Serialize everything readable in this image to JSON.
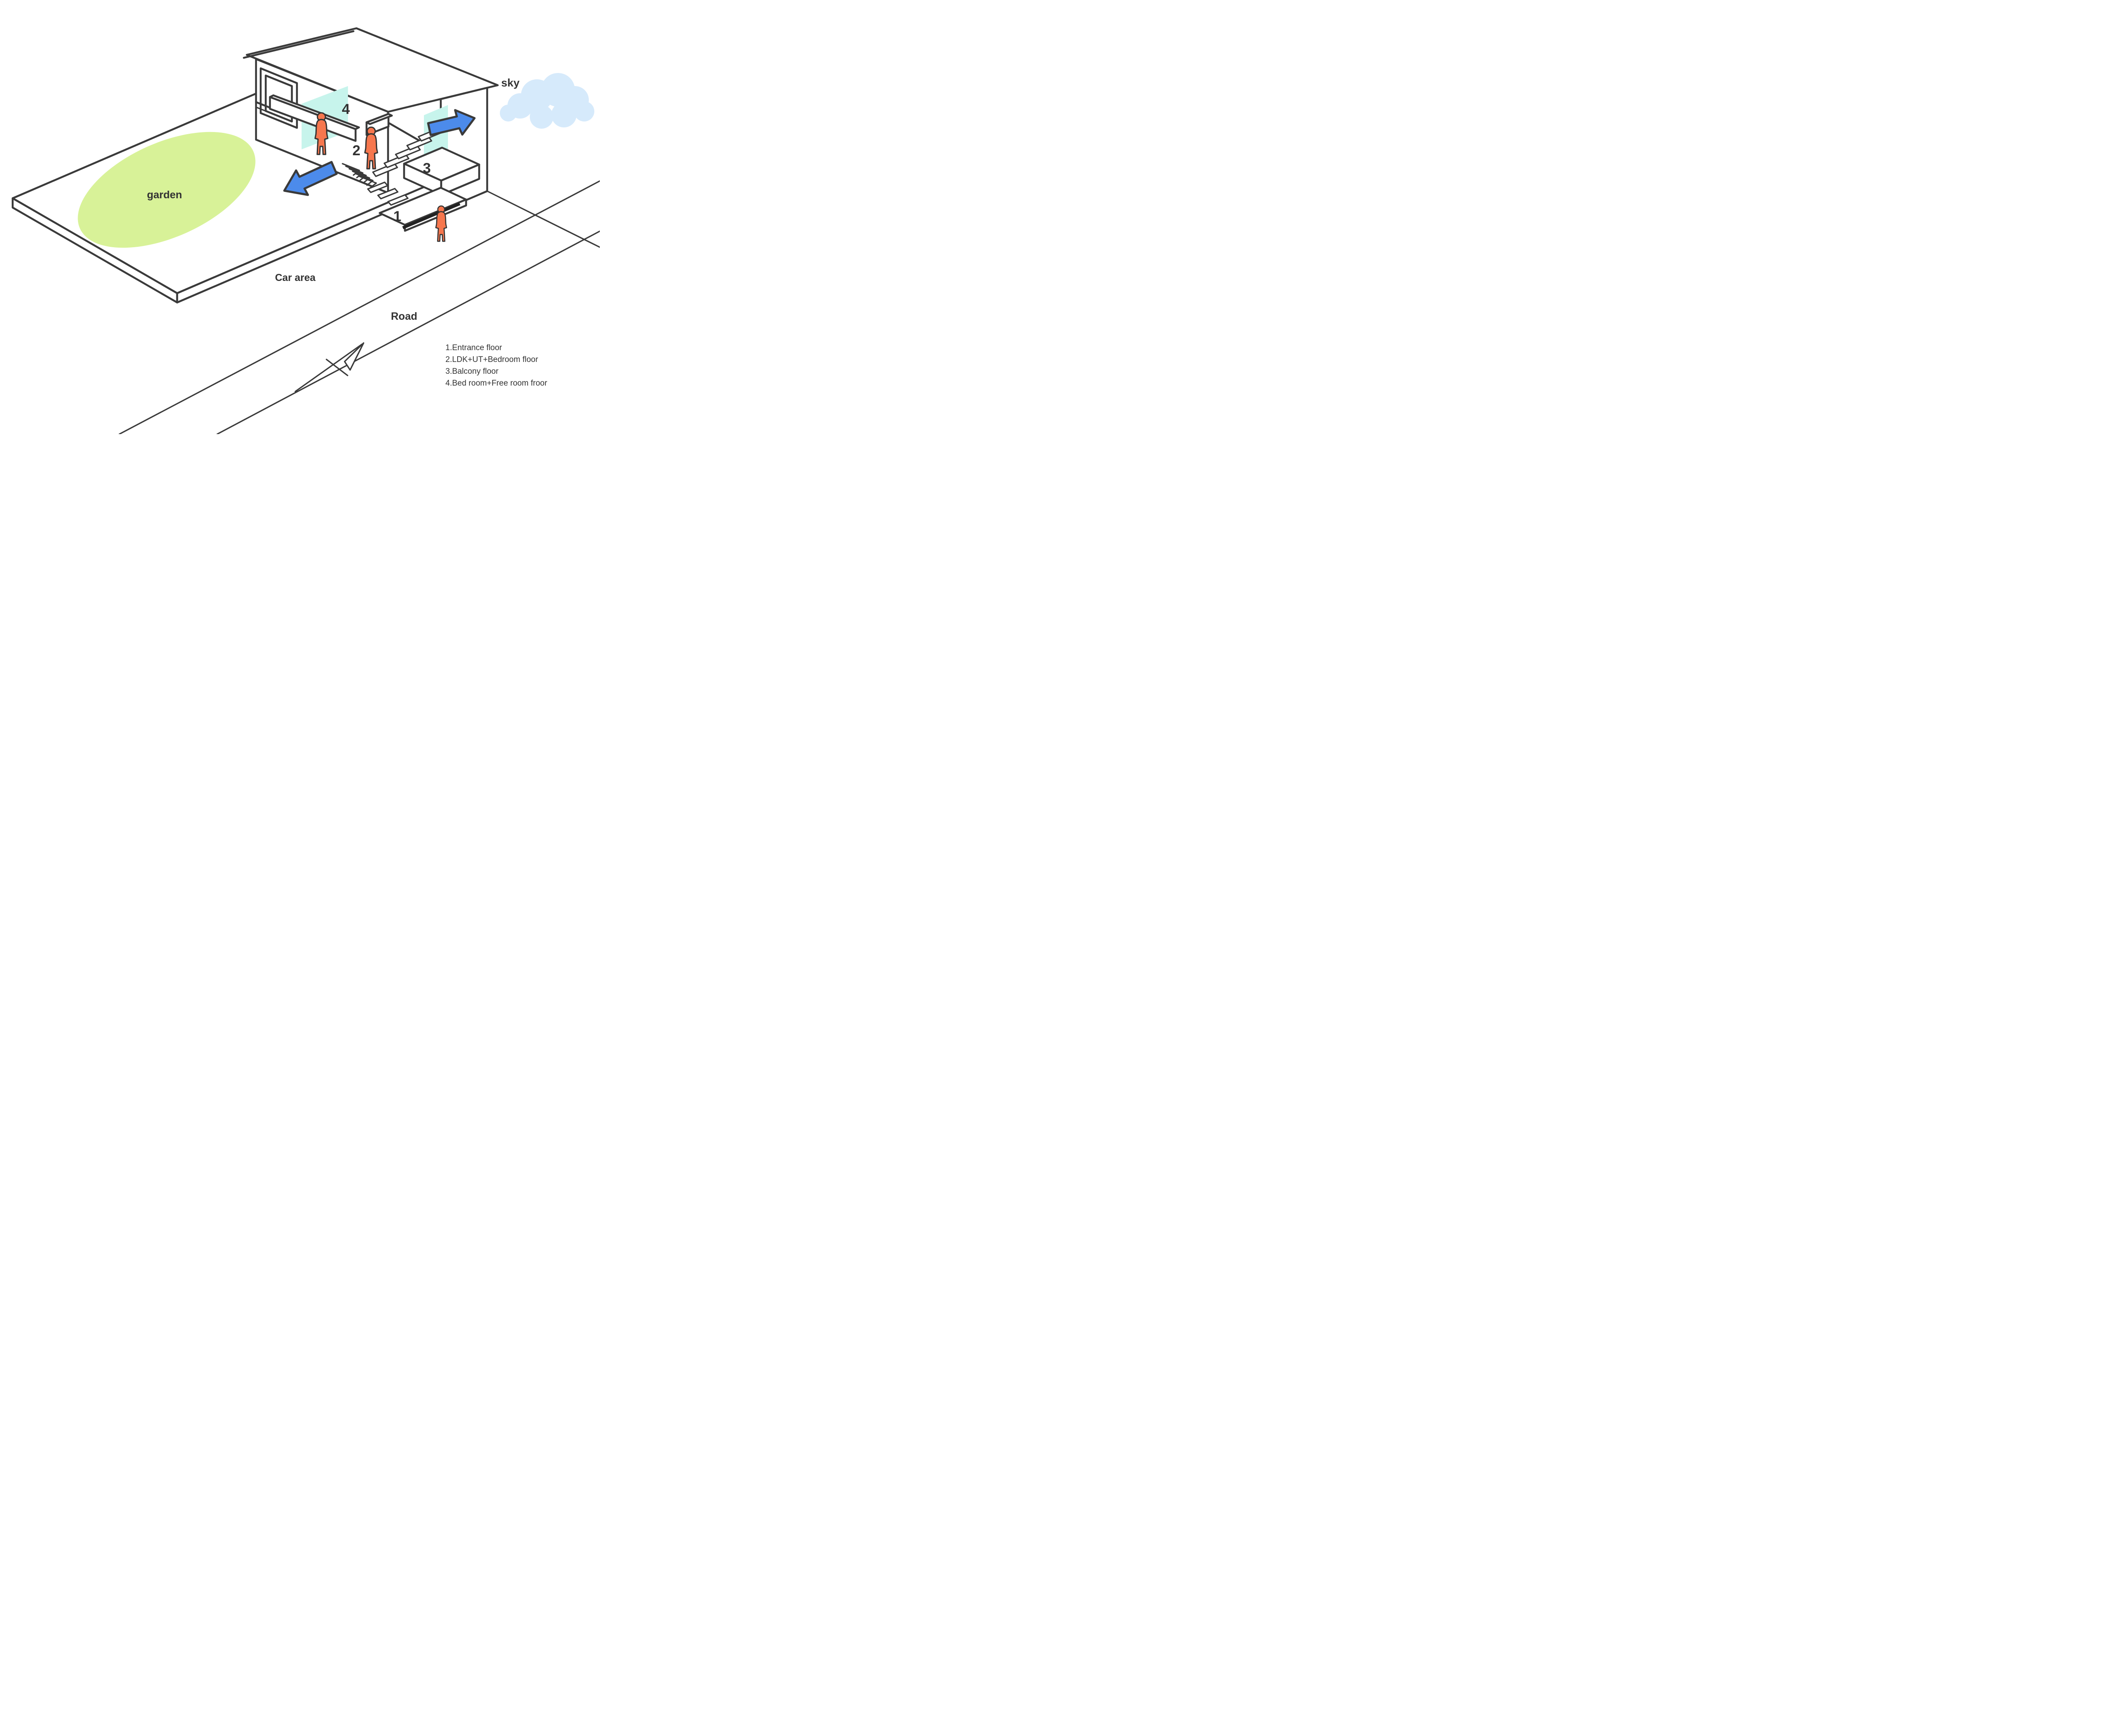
{
  "title": "House section axonometric diagram",
  "labels": {
    "sky": "sky",
    "garden": "garden",
    "car_area": "Car area",
    "road": "Road"
  },
  "floors": [
    {
      "number": "1"
    },
    {
      "number": "2"
    },
    {
      "number": "3"
    },
    {
      "number": "4"
    }
  ],
  "legend": {
    "items": [
      {
        "text": "1.Entrance floor"
      },
      {
        "text": "2.LDK+UT+Bedroom floor"
      },
      {
        "text": "3.Balcony floor"
      },
      {
        "text": "4.Bed room+Free room froor"
      }
    ]
  },
  "colors": {
    "garden": "#d8f298",
    "glass": "#c7f4ec",
    "arrow": "#4c8beb",
    "person": "#f6774e",
    "cloud": "#d6eafb",
    "line": "#3a3a3a"
  }
}
